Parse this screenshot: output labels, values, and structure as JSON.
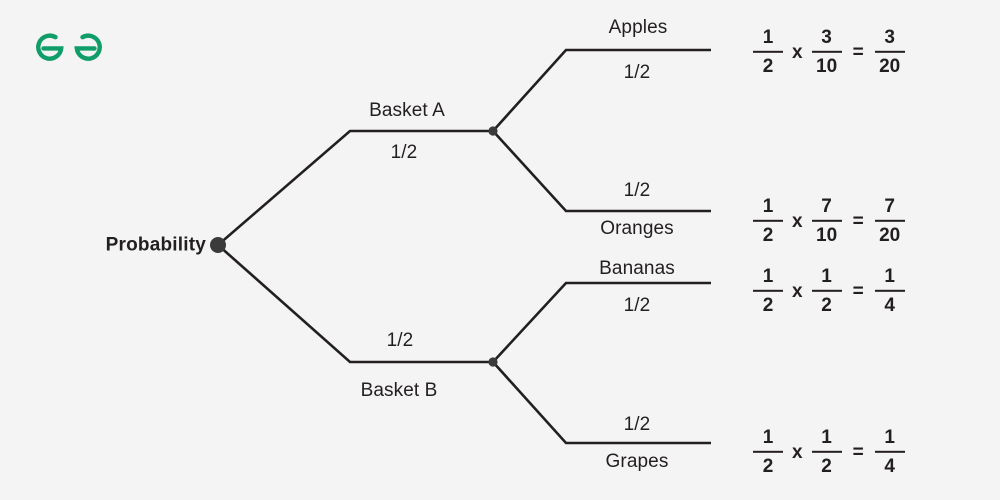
{
  "brand": {
    "logo_name": "geeksforgeeks-logo",
    "logo_color": "#0f9d69"
  },
  "theme": {
    "background": "#f4f4f4",
    "line_color": "#231f20",
    "text_color": "#231f20",
    "node_color": "#3b3b3b"
  },
  "diagram": {
    "type": "probability-tree",
    "root": {
      "label": "Probability"
    },
    "level1": [
      {
        "name": "Basket A",
        "probability": "1/2"
      },
      {
        "name": "Basket B",
        "probability": "1/2"
      }
    ],
    "level2": [
      {
        "name": "Apples",
        "probability": "1/2"
      },
      {
        "name": "Oranges",
        "probability": "1/2"
      },
      {
        "name": "Bananas",
        "probability": "1/2"
      },
      {
        "name": "Grapes",
        "probability": "1/2"
      }
    ],
    "equations": [
      {
        "a_num": "1",
        "a_den": "2",
        "mul": "x",
        "b_num": "3",
        "b_den": "10",
        "eq": "=",
        "r_num": "3",
        "r_den": "20"
      },
      {
        "a_num": "1",
        "a_den": "2",
        "mul": "x",
        "b_num": "7",
        "b_den": "10",
        "eq": "=",
        "r_num": "7",
        "r_den": "20"
      },
      {
        "a_num": "1",
        "a_den": "2",
        "mul": "x",
        "b_num": "1",
        "b_den": "2",
        "eq": "=",
        "r_num": "1",
        "r_den": "4"
      },
      {
        "a_num": "1",
        "a_den": "2",
        "mul": "x",
        "b_num": "1",
        "b_den": "2",
        "eq": "=",
        "r_num": "1",
        "r_den": "4"
      }
    ]
  }
}
